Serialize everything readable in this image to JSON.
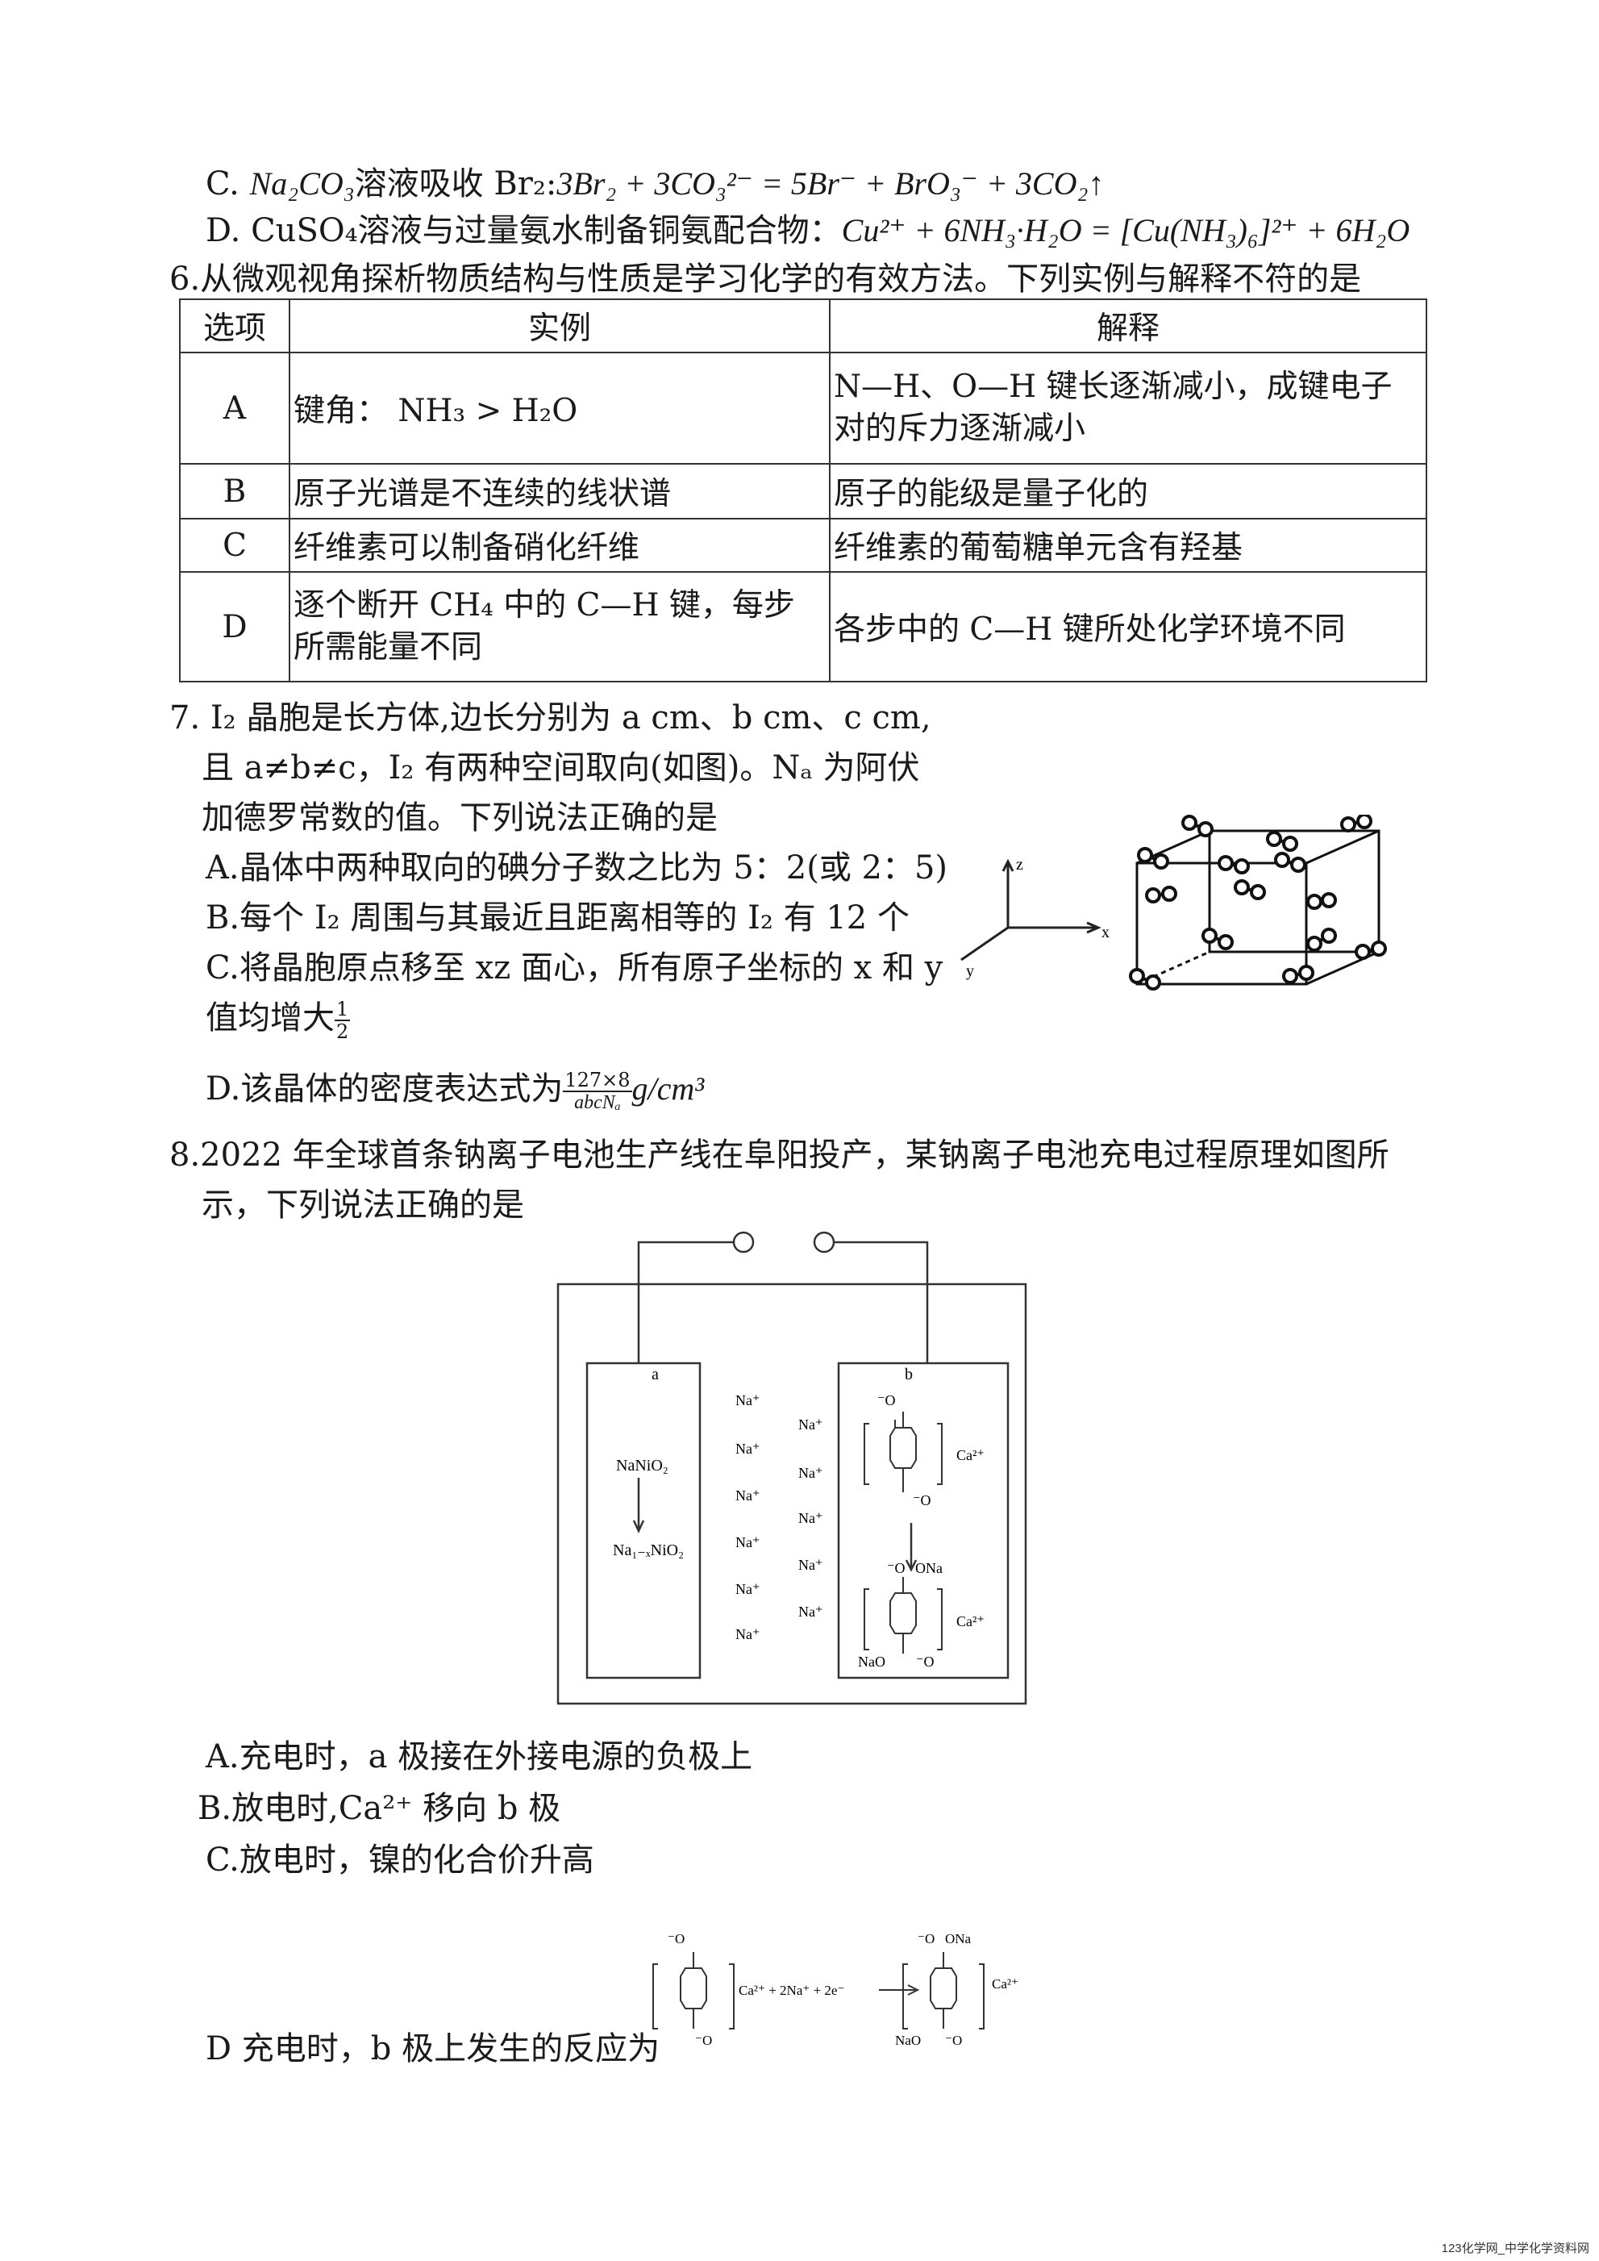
{
  "q5": {
    "c_prefix": "C. ",
    "c_text": "溶液吸收 Br₂:",
    "c_equation_left": "3Br₂ + 3CO₃²⁻ = 5Br⁻ + BrO₃⁻ + 3CO₂↑",
    "c_formula": "Na₂CO₃",
    "d_text": "D.  CuSO₄溶液与过量氨水制备铜氨配合物：",
    "d_equation": "Cu²⁺ + 6NH₃·H₂O = [Cu(NH₃)₆]²⁺ + 6H₂O"
  },
  "q6": {
    "stem": "6.从微观视角探析物质结构与性质是学习化学的有效方法。下列实例与解释不符的是",
    "headers": [
      "选项",
      "实例",
      "解释"
    ],
    "rows": [
      {
        "option": "A",
        "example": "键角：  NH₃ > H₂O",
        "explanation": "N—H、O—H 键长逐渐减小，成键电子对的斥力逐渐减小"
      },
      {
        "option": "B",
        "example": "原子光谱是不连续的线状谱",
        "explanation": "原子的能级是量子化的"
      },
      {
        "option": "C",
        "example": "纤维素可以制备硝化纤维",
        "explanation": "纤维素的葡萄糖单元含有羟基"
      },
      {
        "option": "D",
        "example": "逐个断开  CH₄ 中的 C—H 键，每步所需能量不同",
        "explanation": "各步中的 C—H 键所处化学环境不同"
      }
    ]
  },
  "q7": {
    "line1": "7.  I₂   晶胞是长方体,边长分别为 a cm、b cm、c cm,",
    "line2": "且 a≠b≠c，I₂ 有两种空间取向(如图)。Nₐ 为阿伏",
    "line3": "加德罗常数的值。下列说法正确的是",
    "a": "A.晶体中两种取向的碘分子数之比为 5：2(或 2：5)",
    "b": "B.每个 I₂   周围与其最近且距离相等的 I₂   有 12 个",
    "c1": "C.将晶胞原点移至 xz 面心，所有原子坐标的 x 和 y",
    "c2": "值均增大",
    "c2_frac_num": "1",
    "c2_frac_den": "2",
    "d_prefix": "D.该晶体的密度表达式为",
    "d_frac_num": "127×8",
    "d_frac_den": "abcNₐ",
    "d_unit": "g/cm³",
    "axis_x": "x",
    "axis_y": "y",
    "axis_z": "z"
  },
  "q8": {
    "stem1": "8.2022 年全球首条钠离子电池生产线在阜阳投产，某钠离子电池充电过程原理如图所",
    "stem2": "示，下列说法正确的是",
    "label_a": "a",
    "label_b": "b",
    "ion": "Na⁺",
    "naniO2": "NaNiO₂",
    "na1xniO2": "Na₁₋ₓNiO₂",
    "ca": "Ca²⁺",
    "ona": "ONa",
    "nao": "NaO",
    "o_minus": "⁻O",
    "a": "A.充电时，a 极接在外接电源的负极上",
    "b": "B.放电时,Ca²⁺  移向 b 极",
    "c": "C.放电时，镍的化合价升高",
    "d": "D  充电时，b 极上发生的反应为",
    "d_reagents": "Ca²⁺ + 2Na⁺ + 2e⁻"
  },
  "footer": "123化学网_中学化学资料网"
}
